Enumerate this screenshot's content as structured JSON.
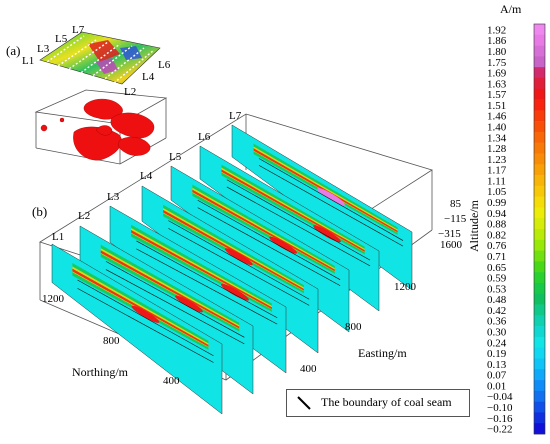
{
  "panel_a": {
    "label": "(a)",
    "line_labels": [
      {
        "id": "L7"
      },
      {
        "id": "L5"
      },
      {
        "id": "L3"
      },
      {
        "id": "L1"
      },
      {
        "id": "L6"
      },
      {
        "id": "L4"
      },
      {
        "id": "L2"
      }
    ]
  },
  "panel_b": {
    "label": "(b)",
    "line_labels": [
      "L1",
      "L2",
      "L3",
      "L4",
      "L5",
      "L6",
      "L7"
    ],
    "axes": {
      "northing": {
        "label": "Northing/m",
        "ticks": [
          "1200",
          "800",
          "400"
        ]
      },
      "easting": {
        "label": "Easting/m",
        "ticks": [
          "400",
          "800",
          "1200",
          "1600"
        ]
      },
      "altitude": {
        "label": "Altitude/m",
        "ticks": [
          "85",
          "−115",
          "−315"
        ]
      }
    }
  },
  "colorbar": {
    "unit": "A/m",
    "values": [
      "1.92",
      "1.86",
      "1.80",
      "1.75",
      "1.69",
      "1.63",
      "1.57",
      "1.51",
      "1.46",
      "1.40",
      "1.34",
      "1.28",
      "1.23",
      "1.17",
      "1.11",
      "1.05",
      "0.99",
      "0.94",
      "0.88",
      "0.82",
      "0.76",
      "0.71",
      "0.65",
      "0.59",
      "0.53",
      "0.48",
      "0.42",
      "0.36",
      "0.30",
      "0.24",
      "0.19",
      "0.13",
      "0.07",
      "0.01",
      "−0.04",
      "−0.10",
      "−0.16",
      "−0.22"
    ],
    "colors": [
      "#ee88ee",
      "#e77ae4",
      "#d770d6",
      "#c864c8",
      "#d22a6a",
      "#e0203a",
      "#ee1818",
      "#f82410",
      "#f83c0c",
      "#f85008",
      "#f86608",
      "#f87808",
      "#f88c08",
      "#f8a008",
      "#f8b408",
      "#f8c808",
      "#f4dc08",
      "#ecec08",
      "#d4ec08",
      "#b8ec08",
      "#98e808",
      "#70e010",
      "#48d818",
      "#28d030",
      "#18c848",
      "#10c060",
      "#10c888",
      "#10d0b0",
      "#10d8d0",
      "#10e4e4",
      "#10d8f0",
      "#10c4f8",
      "#10a8f8",
      "#108cf8",
      "#1070f0",
      "#1050e8",
      "#1030e0",
      "#1010d8"
    ]
  },
  "legend": {
    "text": "The boundary of coal seam",
    "icon": "boundary-line-icon"
  }
}
